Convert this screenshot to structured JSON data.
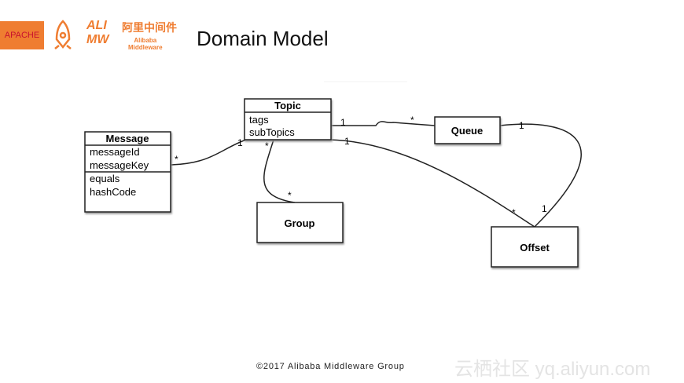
{
  "header": {
    "title": "Domain Model",
    "logos": [
      "APACHE",
      "rocket-logo",
      "ALI MW",
      "阿里中间件",
      "Alibaba",
      "Middleware"
    ]
  },
  "diagram": {
    "classes": {
      "message": {
        "name": "Message",
        "attributes": [
          "messageId",
          "messageKey"
        ],
        "methods": [
          "equals",
          "hashCode"
        ]
      },
      "topic": {
        "name": "Topic",
        "attributes": [
          "tags",
          "subTopics"
        ]
      },
      "queue": {
        "name": "Queue"
      },
      "group": {
        "name": "Group"
      },
      "offset": {
        "name": "Offset"
      }
    },
    "multiplicities": {
      "message_topic_m": "*",
      "message_topic_t": "1",
      "topic_queue_t": "1",
      "topic_queue_q": "*",
      "topic_group_t": "*",
      "topic_group_g": "*",
      "topic_offset_t": "1",
      "topic_offset_o": "*",
      "queue_offset_q": "1",
      "queue_offset_o": "1"
    }
  },
  "footer": {
    "copyright": "©2017 Alibaba Middleware Group",
    "watermark": "云栖社区 yq.aliyun.com"
  }
}
